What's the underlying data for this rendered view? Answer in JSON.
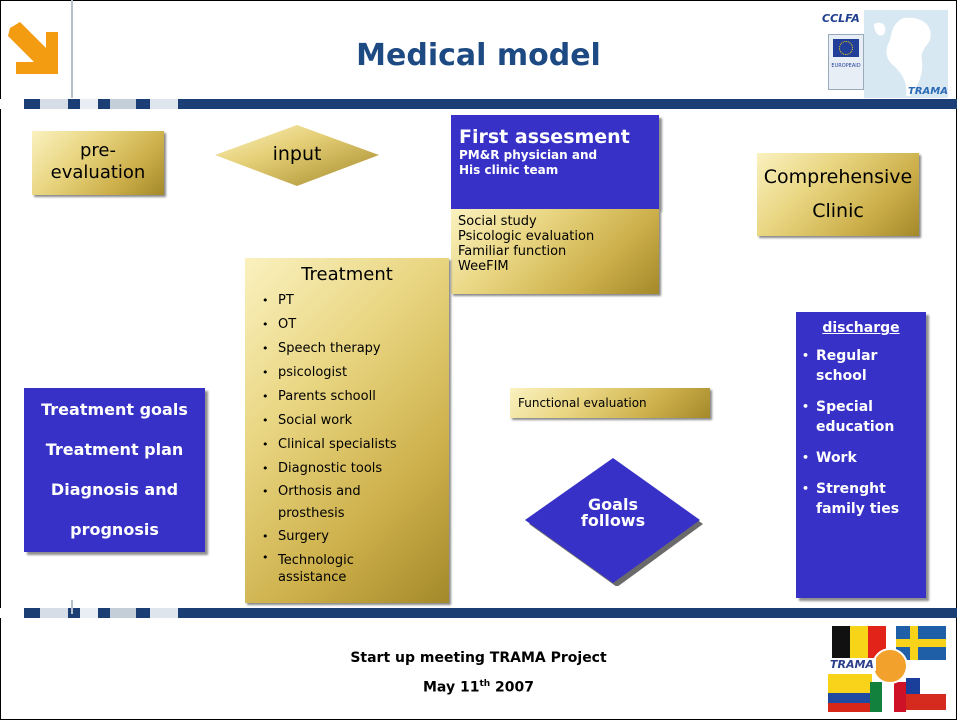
{
  "header": {
    "title": "Medical model"
  },
  "logo_top": {
    "text_1": "CCLFA",
    "text_2": "EUROPEAID",
    "text_3": "TRAMA"
  },
  "boxes": {
    "pre_evaluation": [
      "pre-",
      "evaluation"
    ],
    "input": "input",
    "first_assessment": {
      "title": "First assesment",
      "line_1": "PM&R physician and",
      "line_2": "His clinic team"
    },
    "social": [
      "Social study",
      "Psicologic evaluation",
      "Familiar function",
      "WeeFIM"
    ],
    "comprehensive": [
      "Comprehensive",
      "Clinic"
    ],
    "treatment": {
      "title": "Treatment",
      "items": [
        "PT",
        "OT",
        "Speech therapy",
        "psicologist",
        "Parents schooll",
        "Social work",
        "Clinical specialists",
        "Diagnostic tools"
      ],
      "item_orthosis": [
        "Orthosis and",
        "prosthesis"
      ],
      "item_surgery": "Surgery",
      "item_tech": [
        "Technologic",
        "assistance"
      ]
    },
    "goals_plan": [
      "Treatment goals",
      "Treatment plan",
      "Diagnosis and",
      "prognosis"
    ],
    "functional_evaluation": "Functional evaluation",
    "goals_follows": [
      "Goals",
      "follows"
    ],
    "discharge": {
      "title": "discharge",
      "items": [
        [
          "Regular",
          "school"
        ],
        [
          "Special",
          "education"
        ],
        [
          "Work"
        ],
        [
          "Strenght",
          "family ties"
        ]
      ]
    }
  },
  "footer": {
    "line_1": "Start up meeting TRAMA Project",
    "line_2_main": "May 11",
    "line_2_sup": "th",
    "line_2_end": " 2007"
  },
  "logo_bottom": {
    "text": "TRAMA"
  },
  "colors": {
    "title": "#1d4a82",
    "blue_box": "#3731c7",
    "band": "#1b3e74",
    "arrow": "#f39c12"
  }
}
